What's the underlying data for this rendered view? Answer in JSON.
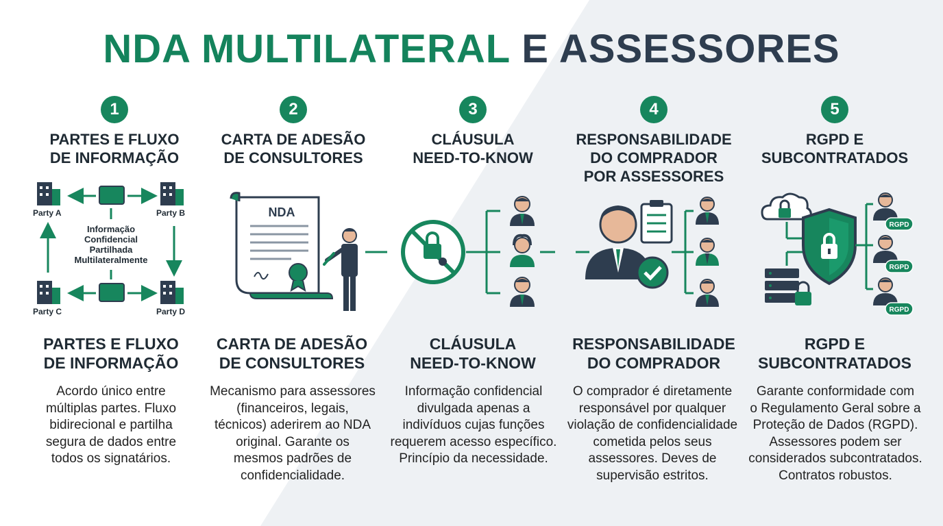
{
  "title": {
    "part1": "NDA MULTILATERAL",
    "part2": "E ASSESSORES"
  },
  "colors": {
    "green": "#17865d",
    "dark": "#2e3d4f",
    "bg_gray": "#eef1f4"
  },
  "steps": [
    {
      "number": "1",
      "heading": "PARTES E FLUXO\nDE INFORMAÇÃO",
      "subheading": "PARTES E FLUXO\nDE INFORMAÇÃO",
      "description": "Acordo único entre\nmúltiplas partes. Fluxo\nbidirecional e partilha\nsegura de dados entre\ntodos os signatários.",
      "parties": [
        "Party A",
        "Party B",
        "Party C",
        "Party D"
      ],
      "center_label": [
        "Informação",
        "Confidencial",
        "Partilhada",
        "Multilateralmente"
      ]
    },
    {
      "number": "2",
      "heading": "CARTA DE ADESÃO\nDE CONSULTORES",
      "subheading": "CARTA DE ADESÃO\nDE CONSULTORES",
      "description": "Mecanismo para assessores\n(financeiros, legais,\ntécnicos) aderirem ao NDA\noriginal. Garante os\nmesmos padrões de\nconfidencialidade.",
      "doc_label": "NDA"
    },
    {
      "number": "3",
      "heading": "CLÁUSULA\nNEED-TO-KNOW",
      "subheading": "CLÁUSULA\nNEED-TO-KNOW",
      "description": "Informação confidencial\ndivulgada apenas a\nindivíduos cujas funções\nrequerem acesso específico.\nPrincípio da necessidade."
    },
    {
      "number": "4",
      "heading": "RESPONSABILIDADE\nDO COMPRADOR\nPOR ASSESSORES",
      "subheading": "RESPONSABILIDADE\nDO COMPRADOR",
      "description": "O comprador é diretamente\nresponsável por qualquer\nviolação de confidencialidade\ncometida pelos seus\nassessores.  Deves de\nsupervisão estritos."
    },
    {
      "number": "5",
      "heading": "RGPD E\nSUBCONTRATADOS",
      "subheading": "RGPD E\nSUBCONTRATADOS",
      "description": "Garante conformidade com\no Regulamento Geral sobre a\nProteção de Dados (RGPD).\nAssessores podem ser\nconsiderados subcontratados.\nContratos robustos.",
      "badge": "RGPD"
    }
  ]
}
